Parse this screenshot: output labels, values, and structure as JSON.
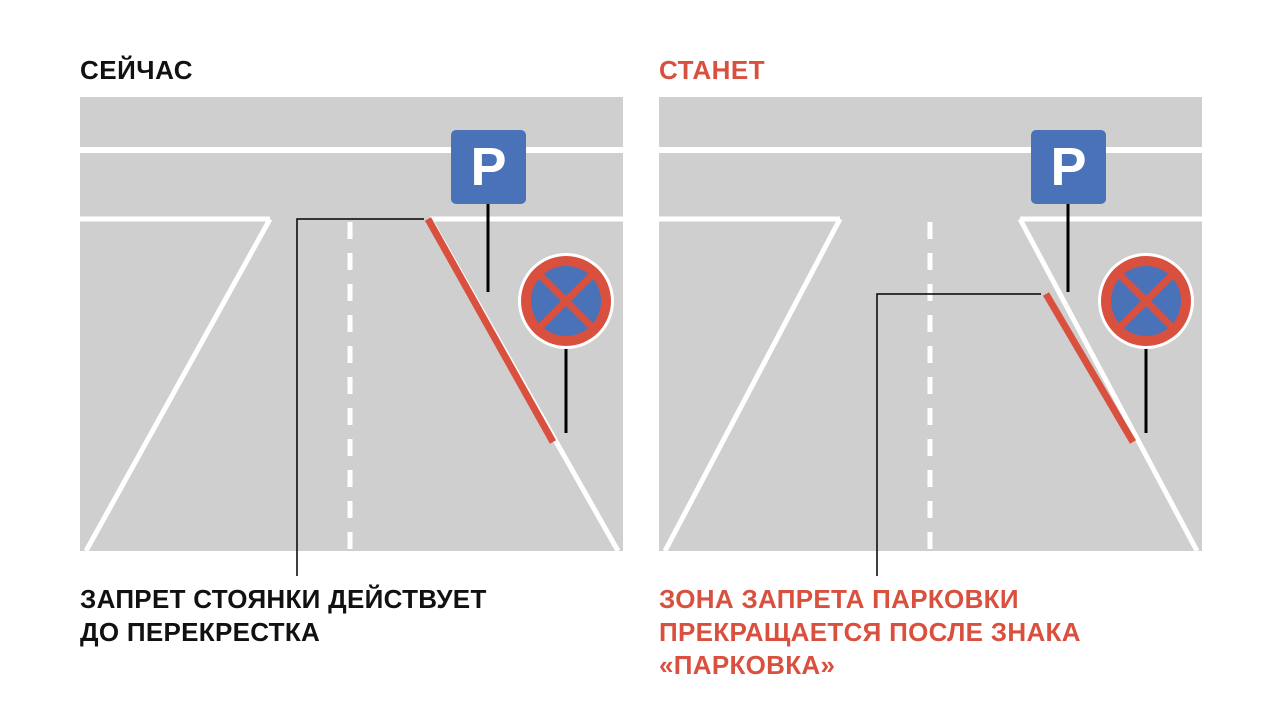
{
  "colors": {
    "road": "#cfcfcf",
    "marking": "#ffffff",
    "accent": "#d9503f",
    "sign_blue": "#4a72b8",
    "text": "#111111",
    "pole": "#000000"
  },
  "left_panel": {
    "title": "СЕЙЧАС",
    "caption_lines": [
      "ЗАПРЕТ СТОЯНКИ ДЕЙСТВУЕТ",
      "ДО ПЕРЕКРЕСТКА"
    ],
    "parking_sign_letter": "P",
    "no_stopping_sign": "no-stopping-sign"
  },
  "right_panel": {
    "title": "СТАНЕТ",
    "caption_lines": [
      "ЗОНА ЗАПРЕТА ПАРКОВКИ",
      "ПРЕКРАЩАЕТСЯ ПОСЛЕ ЗНАКА",
      "«ПАРКОВКА»"
    ],
    "parking_sign_letter": "P",
    "no_stopping_sign": "no-stopping-sign"
  }
}
